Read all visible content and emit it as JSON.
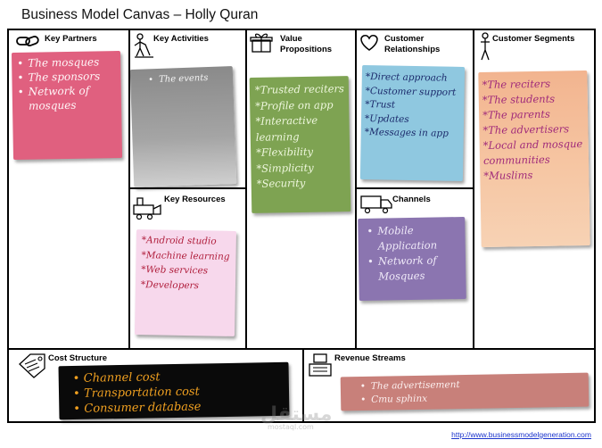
{
  "title": "Business Model Canvas – Holly Quran",
  "sections": {
    "key_partners": {
      "title": "Key Partners",
      "items": [
        "The mosques",
        "The sponsors",
        "Network of mosques"
      ],
      "note_color": "#e0607f"
    },
    "key_activities": {
      "title": "Key Activities",
      "items": [
        "The events"
      ],
      "note_color": "#9a9a9a"
    },
    "value_propositions": {
      "title": "Value Propositions",
      "items": [
        "Trusted reciters",
        "Profile on app",
        "Interactive learning",
        "Flexibility",
        "Simplicity",
        "Security"
      ],
      "note_color": "#7ea352"
    },
    "customer_relationships": {
      "title": "Customer Relationships",
      "items": [
        "Direct approach",
        "Customer support",
        "Trust",
        "Updates",
        "Messages in app"
      ],
      "note_color": "#8fc8e0"
    },
    "customer_segments": {
      "title": "Customer Segments",
      "items": [
        "The reciters",
        "The students",
        "The parents",
        "The advertisers",
        "Local and mosque communities",
        "Muslims"
      ],
      "note_color": "#f4c09a"
    },
    "key_resources": {
      "title": "Key Resources",
      "items": [
        "Android studio",
        "Machine learning",
        "Web services",
        "Developers"
      ],
      "note_color": "#f7d8ec"
    },
    "channels": {
      "title": "Channels",
      "items": [
        "Mobile Application",
        "Network of Mosques"
      ],
      "note_color": "#8b75b0"
    },
    "cost_structure": {
      "title": "Cost  Structure",
      "items": [
        "Channel cost",
        "Transportation cost",
        "Consumer database"
      ],
      "note_color": "#0a0a0a",
      "text_color": "#f0a020"
    },
    "revenue_streams": {
      "title": "Revenue Streams",
      "items": [
        "The advertisement",
        "Cmu sphinx"
      ],
      "note_color": "#c8807a"
    }
  },
  "footer_link": "http://www.businessmodelgeneration.com",
  "watermark": {
    "arabic": "مستقل",
    "latin": "mostaql.com"
  }
}
